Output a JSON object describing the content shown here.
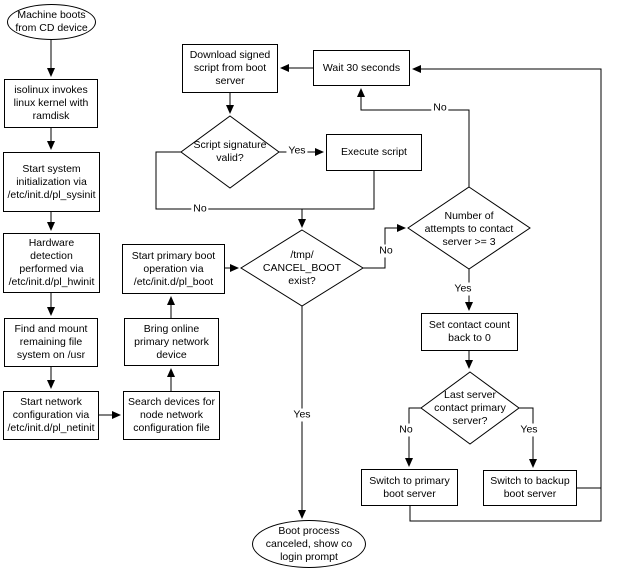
{
  "nodes": {
    "machine_boots": {
      "text": "Machine boots\nfrom CD device"
    },
    "isolinux": {
      "text": "isolinux invokes\nlinux kernel with\nramdisk"
    },
    "sysinit": {
      "text": "Start system\ninitialization via\n/etc/init.d/pl_sysinit"
    },
    "hwinit": {
      "text": "Hardware\ndetection\nperformed via\n/etc/init.d/pl_hwinit"
    },
    "mount_usr": {
      "text": "Find and mount\nremaining file\nsystem on /usr"
    },
    "netinit": {
      "text": "Start network\nconfiguration via\n/etc/init.d/pl_netinit"
    },
    "search_devices": {
      "text": "Search devices for\nnode network\nconfiguration file"
    },
    "bring_online": {
      "text": "Bring online\nprimary network\ndevice"
    },
    "pl_boot": {
      "text": "Start primary boot\noperation via\n/etc/init.d/pl_boot"
    },
    "download": {
      "text": "Download signed\nscript from boot\nserver"
    },
    "sig_valid": {
      "text": "Script signature\nvalid?"
    },
    "execute": {
      "text": "Execute script"
    },
    "wait30": {
      "text": "Wait 30 seconds"
    },
    "cancel_boot": {
      "text": "/tmp/\nCANCEL_BOOT\nexist?"
    },
    "attempts": {
      "text": "Number of\nattempts to contact\nserver >= 3"
    },
    "reset_count": {
      "text": "Set contact count\nback to 0"
    },
    "last_server": {
      "text": "Last server\ncontact primary\nserver?"
    },
    "switch_primary": {
      "text": "Switch to primary\nboot server"
    },
    "switch_backup": {
      "text": "Switch to backup\nboot server"
    },
    "boot_canceled": {
      "text": "Boot process\ncanceled, show co\nlogin prompt"
    }
  },
  "edge_labels": {
    "sig_yes": "Yes",
    "sig_no": "No",
    "cancel_no": "No",
    "cancel_yes": "Yes",
    "attempts_no": "No",
    "attempts_yes": "Yes",
    "last_no": "No",
    "last_yes": "Yes"
  },
  "colors": {
    "line": "#000000",
    "node_fill": "#ffffff",
    "background": "#ffffff",
    "text": "#000000"
  }
}
